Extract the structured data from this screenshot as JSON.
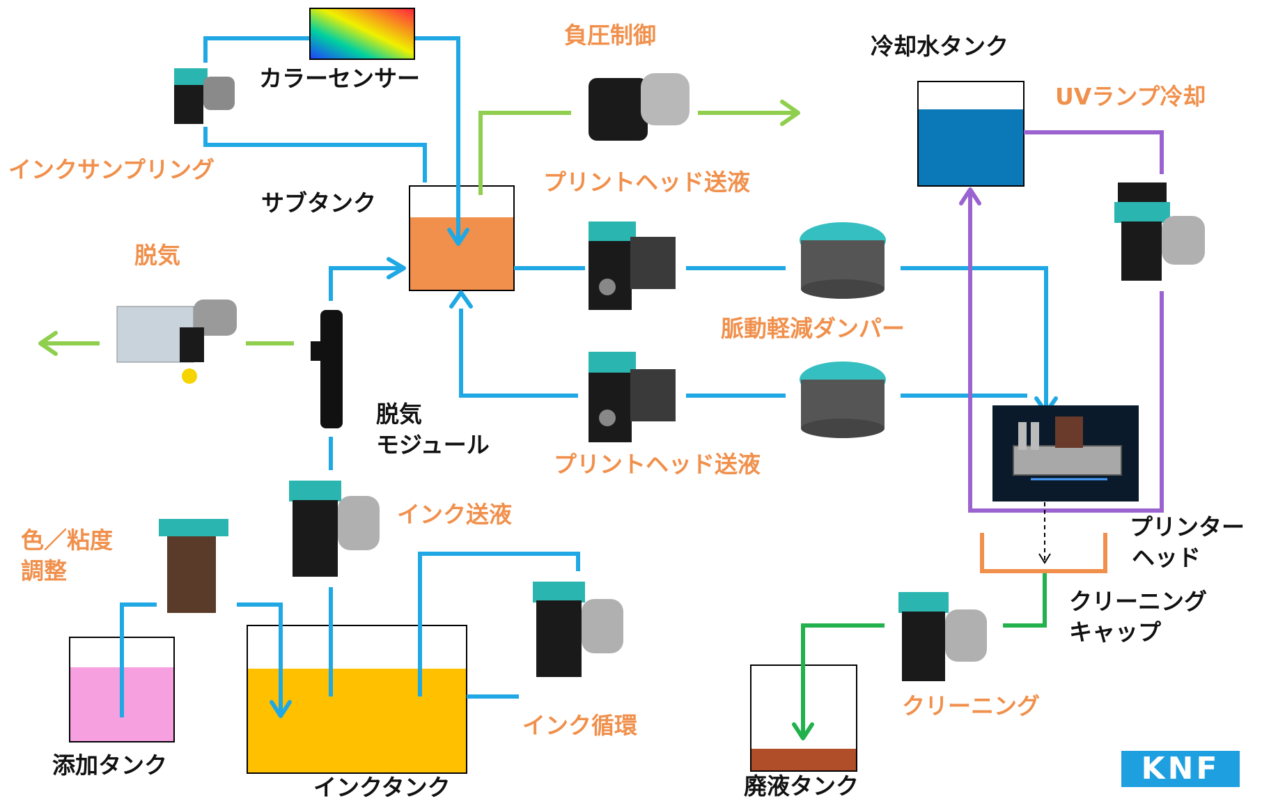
{
  "labels": {
    "color_sensor": "カラーセンサー",
    "negative_pressure": "負圧制御",
    "cooling_tank": "冷却水タンク",
    "uv_lamp_cooling": "UVランプ冷却",
    "ink_sampling": "インクサンプリング",
    "sub_tank": "サブタンク",
    "printhead_feed_top": "プリントヘッド送液",
    "degassing": "脱気",
    "pulsation_damper": "脈動軽減ダンパー",
    "degas_module_line1": "脱気",
    "degas_module_line2": "モジュール",
    "printhead_feed_bottom": "プリントヘッド送液",
    "printer_head_line1": "プリンター",
    "printer_head_line2": "ヘッド",
    "ink_feed": "インク送液",
    "color_viscosity_line1": "色／粘度",
    "color_viscosity_line2": "調整",
    "cleaning_cap_line1": "クリーニング",
    "cleaning_cap_line2": "キャップ",
    "ink_circulation": "インク循環",
    "cleaning": "クリーニング",
    "additive_tank": "添加タンク",
    "ink_tank": "インクタンク",
    "waste_tank": "廃液タンク"
  },
  "logo_text": "KNF",
  "colors": {
    "ink_line": "#1fa8e4",
    "air_line": "#8fcf4d",
    "waste_line": "#22b14c",
    "cooling_line": "#9a63d0",
    "orange_label": "#f0904c",
    "sub_tank_fluid": "#f0904c",
    "ink_tank_fluid": "#ffc000",
    "additive_fluid": "#f6a0e0",
    "cooling_fluid": "#0b78b8",
    "waste_fluid": "#b04e2a"
  },
  "icons": [
    "pump-icon",
    "damper-icon",
    "degas-module-icon",
    "color-sensor-icon",
    "printhead-icon",
    "arrow-icon"
  ]
}
